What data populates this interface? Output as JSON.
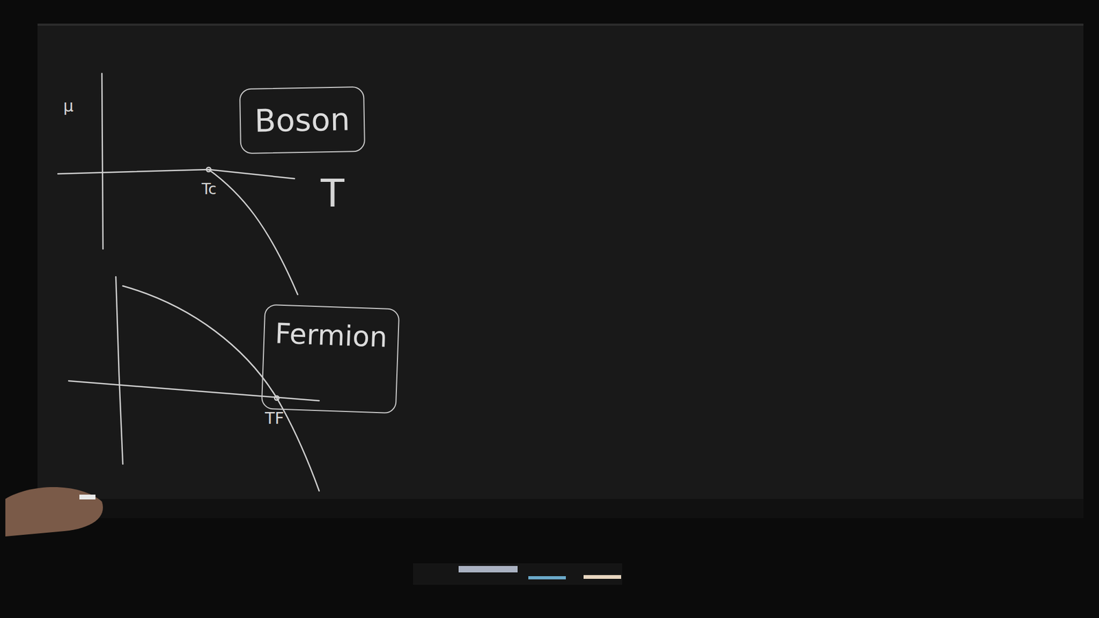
{
  "diagram": {
    "nodes": [
      {
        "text": [
          "Boson"
        ]
      },
      {
        "text": [
          "Fermion"
        ]
      }
    ],
    "labels": [
      "μ",
      "Tc",
      "T",
      "TF"
    ]
  }
}
